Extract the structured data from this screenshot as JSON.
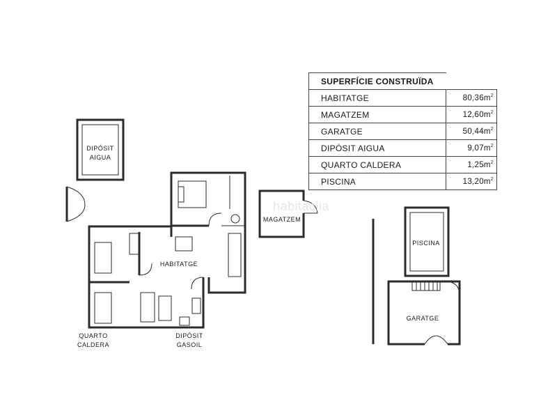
{
  "area_table": {
    "title": "SUPERFÍCIE CONSTRUÏDA",
    "rows": [
      {
        "name": "HABITATGE",
        "value": "80,36m",
        "unit_sup": "2"
      },
      {
        "name": "MAGATZEM",
        "value": "12,60m",
        "unit_sup": "2"
      },
      {
        "name": "GARATGE",
        "value": "50,44m",
        "unit_sup": "2"
      },
      {
        "name": "DIPÓSIT AIGUA",
        "value": "9,07m",
        "unit_sup": "2"
      },
      {
        "name": "QUARTO CALDERA",
        "value": "1,25m",
        "unit_sup": "2"
      },
      {
        "name": "PISCINA",
        "value": "13,20m",
        "unit_sup": "2"
      }
    ]
  },
  "plan_labels": {
    "diposit_aigua_1": "DIPÓSIT",
    "diposit_aigua_2": "AIGUA",
    "habitatge": "HABITATGE",
    "magatzem": "MAGATZEM",
    "piscina": "PISCINA",
    "garatge": "GARATGE",
    "quarto_caldera_1": "QUARTO",
    "quarto_caldera_2": "CALDERA",
    "diposit_gasoil_1": "DIPÓSIT",
    "diposit_gasoil_2": "GASOIL"
  },
  "watermark": "habitaclia"
}
